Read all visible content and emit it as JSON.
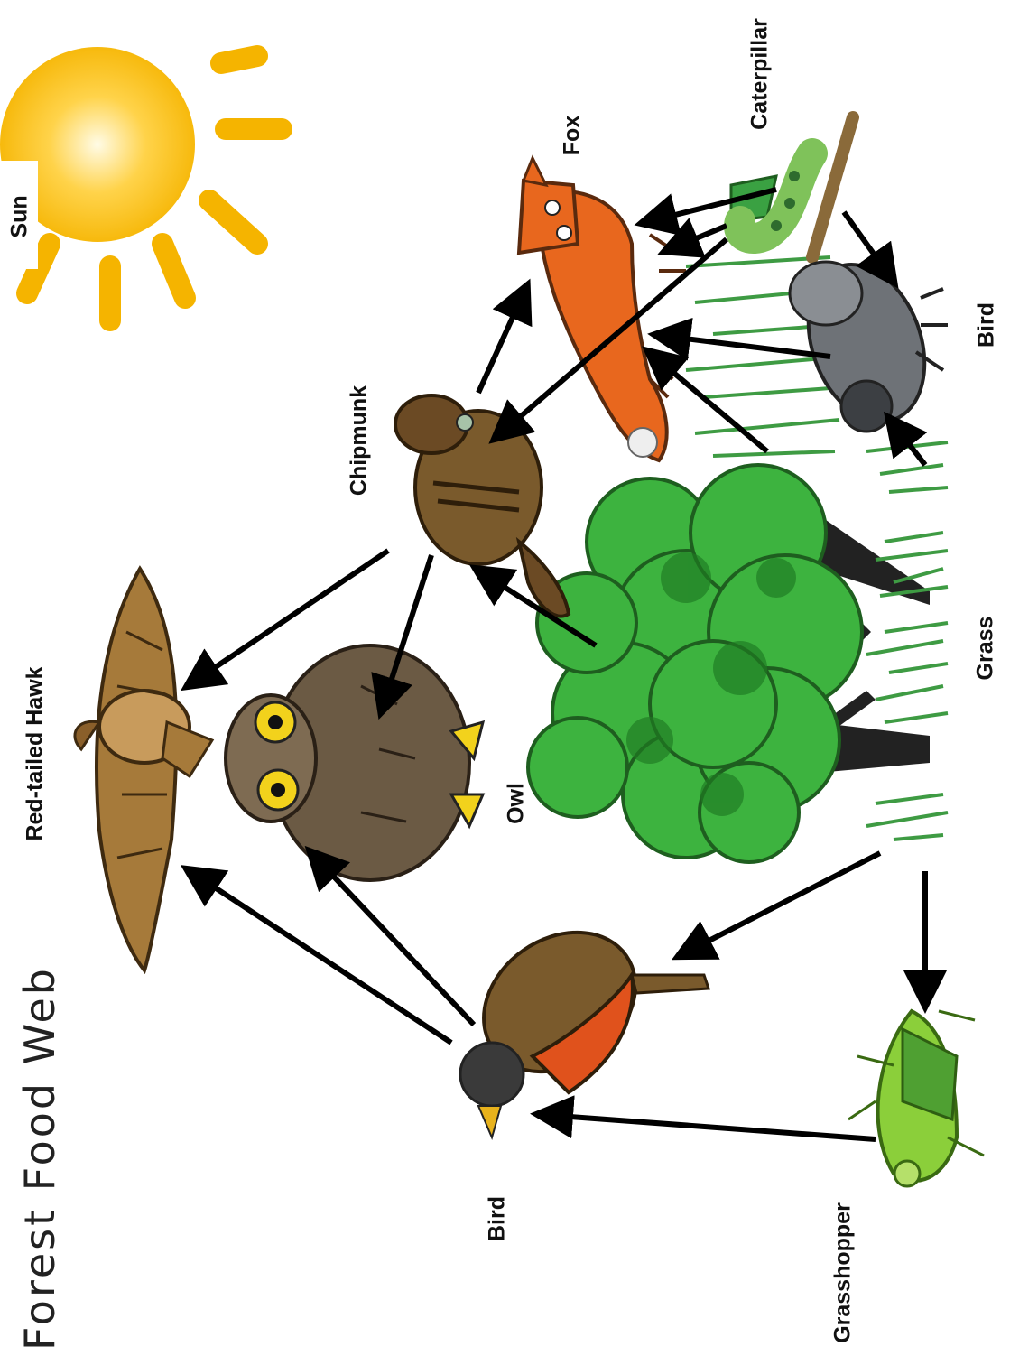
{
  "title": "Forest Food Web",
  "organisms": {
    "sun": "Sun",
    "fox": "Fox",
    "caterpillar": "Caterpillar",
    "bird_top": "Bird",
    "chipmunk": "Chipmunk",
    "grass": "Grass",
    "red_tailed_hawk": "Red-tailed Hawk",
    "owl": "Owl",
    "bird_bottom": "Bird",
    "grasshopper": "Grasshopper"
  },
  "colors": {
    "sun": "#F5B400",
    "tree": "#3DB33F",
    "tree_dark": "#1E7A22",
    "grass": "#4CAF50",
    "fox": "#E8671E",
    "hawk": "#A67A3A",
    "owl": "#6B5A44",
    "chipmunk": "#6B4A24",
    "robin_breast": "#E0521C",
    "grasshopper": "#8BCF3A",
    "arrow": "#000000"
  }
}
